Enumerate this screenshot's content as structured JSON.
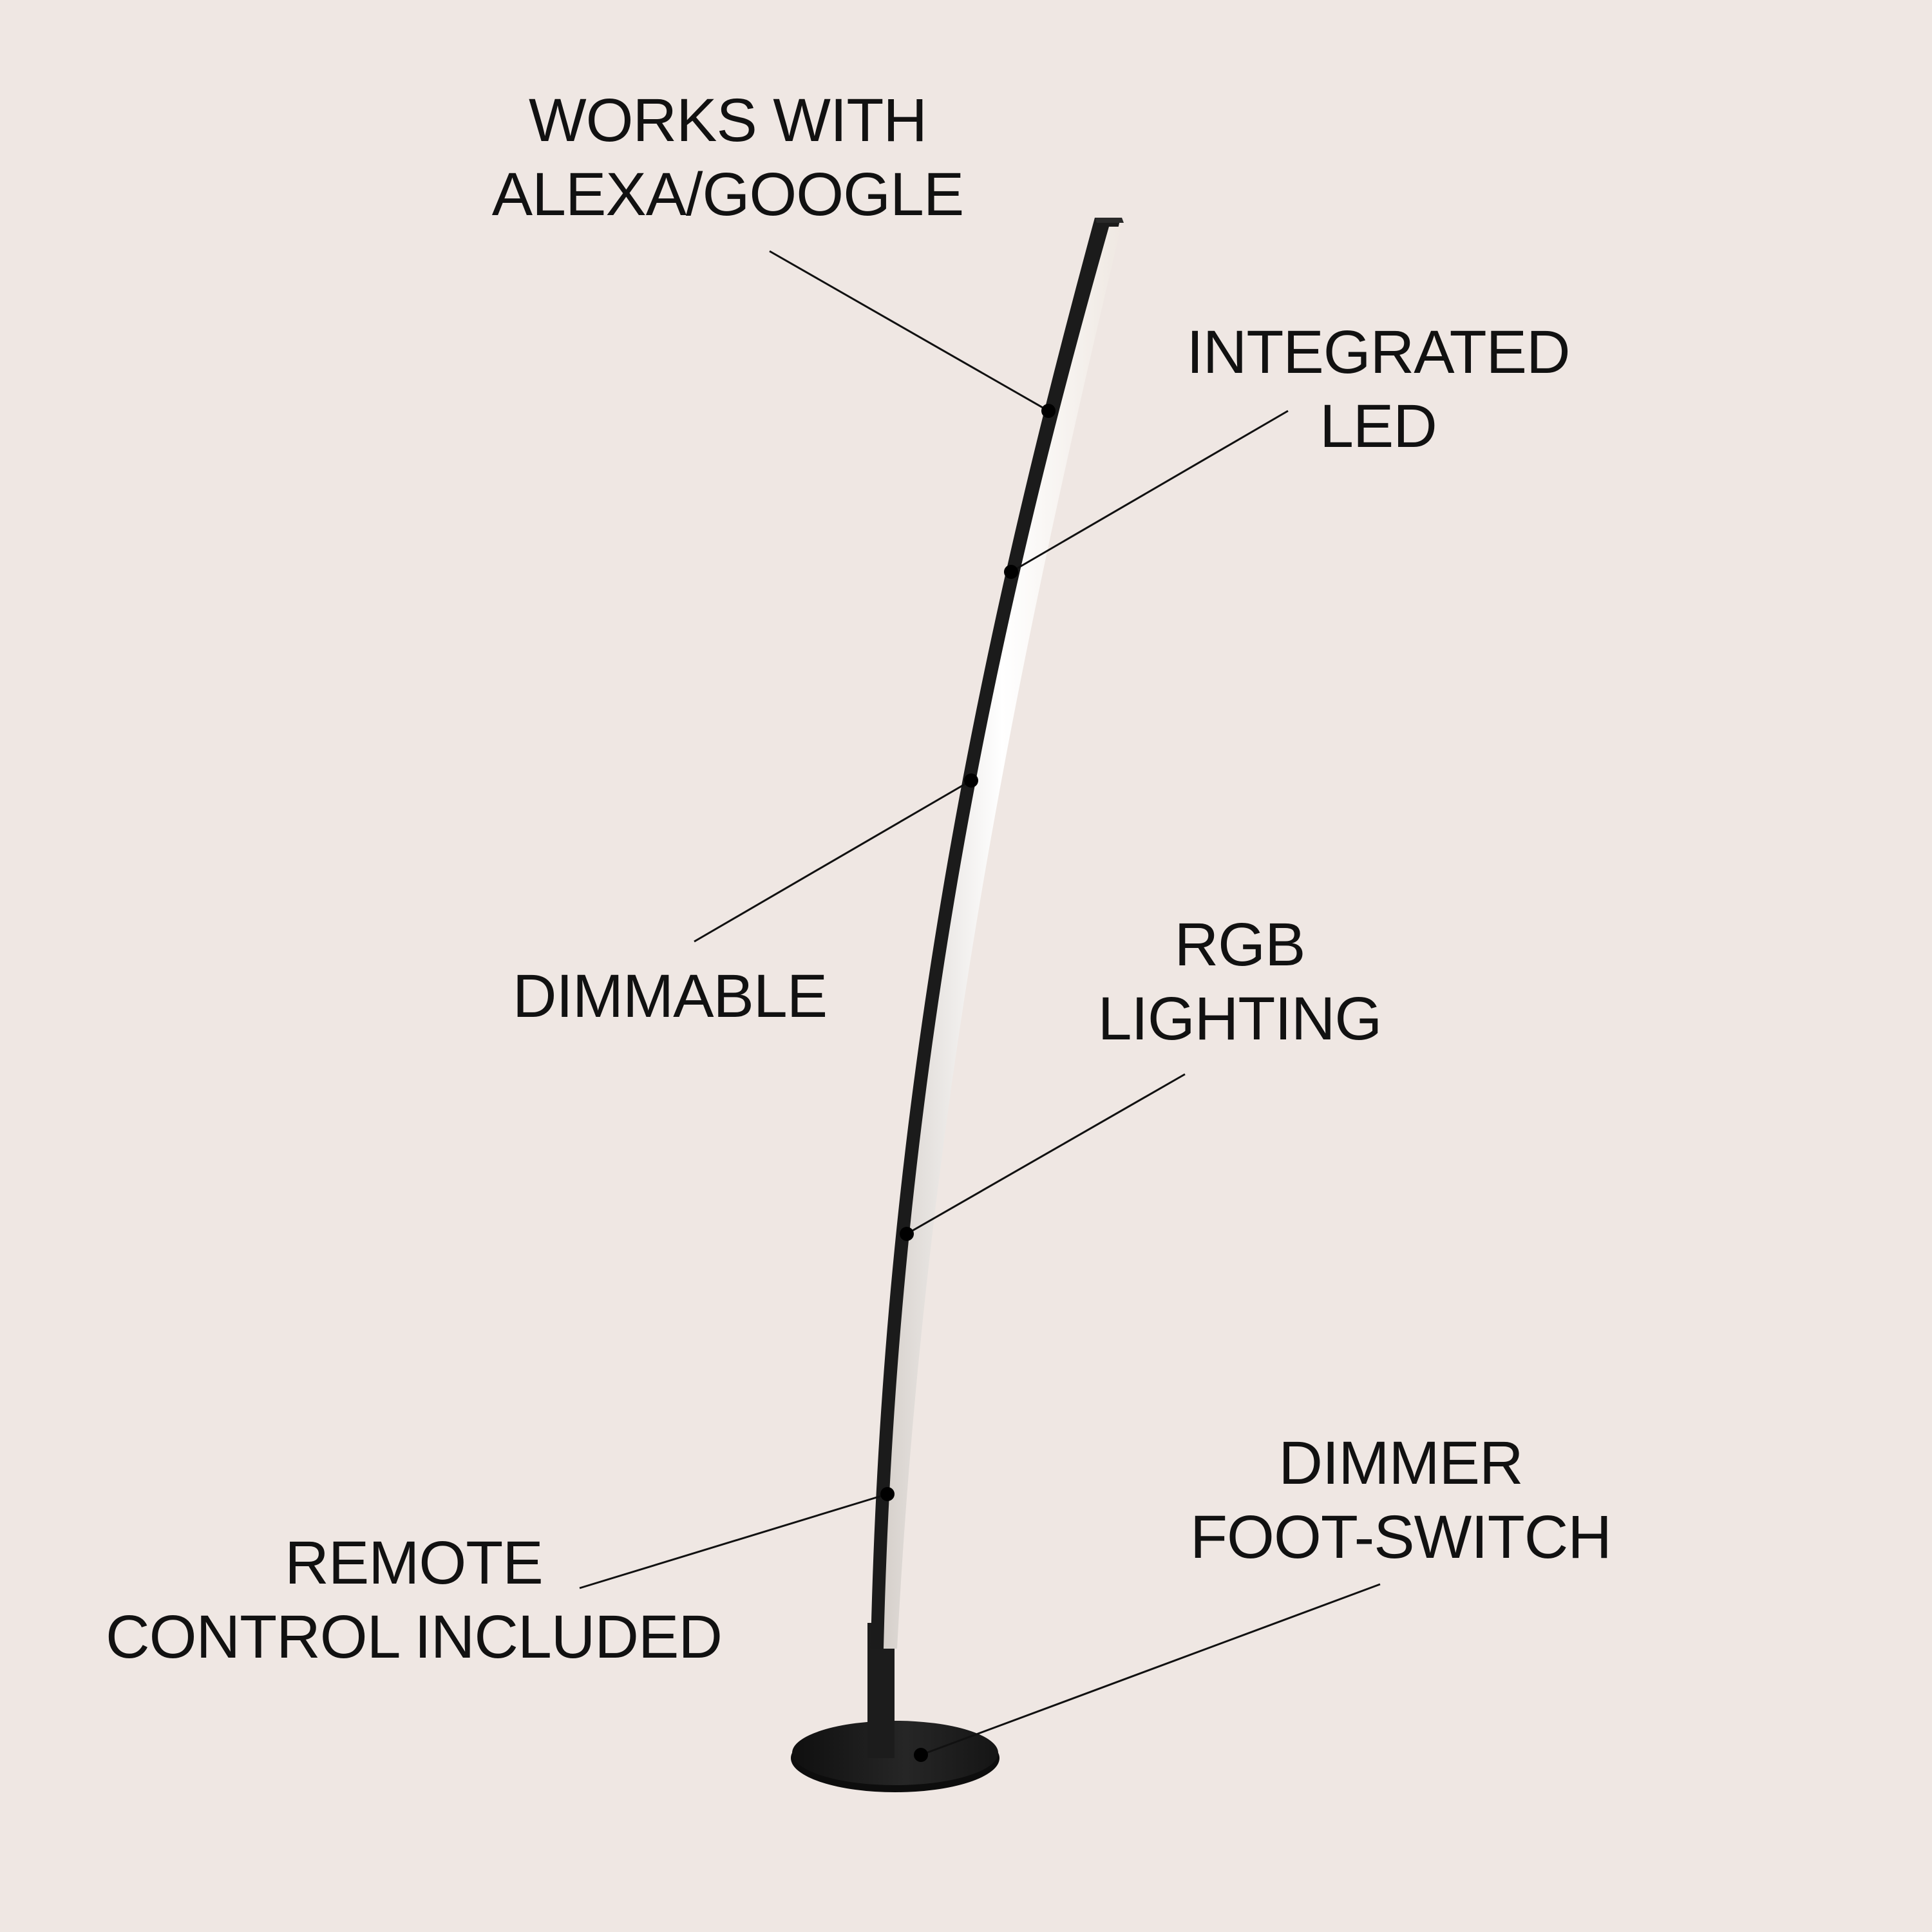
{
  "features": {
    "voice": {
      "line1": "WORKS WITH",
      "line2": "ALEXA/GOOGLE"
    },
    "led": {
      "line1": "INTEGRATED",
      "line2": "LED"
    },
    "dimmable": {
      "line1": "DIMMABLE"
    },
    "rgb": {
      "line1": "RGB",
      "line2": "LIGHTING"
    },
    "remote": {
      "line1": "REMOTE",
      "line2": "CONTROL INCLUDED"
    },
    "dimmer": {
      "line1": "DIMMER",
      "line2": "FOOT-SWITCH"
    }
  },
  "colors": {
    "background": "#efe7e3",
    "lamp_body": "#1b1b1b",
    "led_strip": "#fbf7f3",
    "text": "#111111"
  }
}
